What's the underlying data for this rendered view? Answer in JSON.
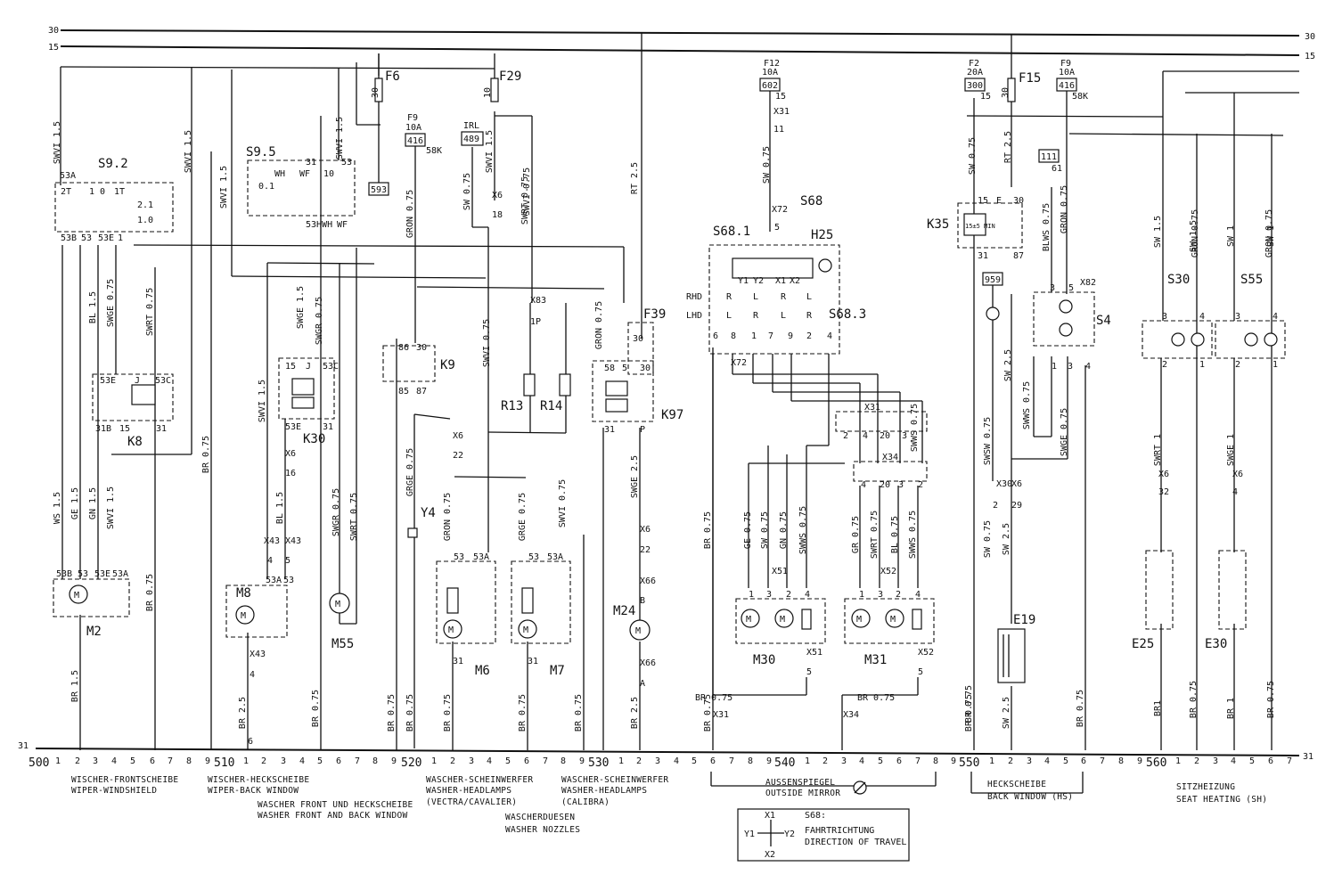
{
  "rails": {
    "r30": "30",
    "r15": "15",
    "r31": "31"
  },
  "columns": [
    "500",
    "1",
    "2",
    "3",
    "4",
    "5",
    "6",
    "7",
    "8",
    "9",
    "510",
    "1",
    "2",
    "3",
    "4",
    "5",
    "6",
    "7",
    "8",
    "9",
    "520",
    "1",
    "2",
    "3",
    "4",
    "5",
    "6",
    "7",
    "8",
    "9",
    "530",
    "1",
    "2",
    "3",
    "4",
    "5",
    "6",
    "7",
    "8",
    "9",
    "540",
    "1",
    "2",
    "3",
    "4",
    "5",
    "6",
    "7",
    "8",
    "9",
    "550",
    "1",
    "2",
    "3",
    "4",
    "5",
    "6",
    "7",
    "8",
    "9",
    "560",
    "1",
    "2",
    "3",
    "4",
    "5",
    "6",
    "7"
  ],
  "fuses": {
    "f6": "F6",
    "f6_pin": "30",
    "f29": "F29",
    "f29_pin": "10",
    "f15": "F15",
    "f15_pin": "30",
    "f39": "F39",
    "f39_pin": "30",
    "f9a": "F9",
    "f9a_amp": "10A",
    "f9a_box": "416",
    "f9a_pin": "58K",
    "f12": "F12",
    "f12_amp": "10A",
    "f12_box": "602",
    "f12_pin": "15",
    "f2": "F2",
    "f2_amp": "20A",
    "f2_box": "300",
    "f2_pin": "15",
    "f9b": "F9",
    "f9b_amp": "10A",
    "f9b_box": "416",
    "f9b_pin": "58K"
  },
  "boxes": {
    "b593": "593",
    "b489": "489",
    "b111": "111",
    "b959": "959",
    "irl": "IRL"
  },
  "components": {
    "s92": "S9.2",
    "s95": "S9.5",
    "k8": "K8",
    "k30": "K30",
    "k9": "K9",
    "k97": "K97",
    "k35": "K35",
    "k35_txt": "15±5 MIN",
    "r13": "R13",
    "r14": "R14",
    "y4": "Y4",
    "m2": "M2",
    "m8": "M8",
    "m55": "M55",
    "m6": "M6",
    "m7": "M7",
    "m24": "M24",
    "m30": "M30",
    "m31": "M31",
    "s68": "S68",
    "s681": "S68.1",
    "s683": "S68.3",
    "h25": "H25",
    "s4": "S4",
    "s30": "S30",
    "s55": "S55",
    "e19": "E19",
    "e25": "E25",
    "e30": "E30",
    "rhd": "RHD",
    "lhd": "LHD",
    "m": "M"
  },
  "wires": [
    "SWVI 1.5",
    "SWVI 1.5",
    "SWVI 1.5",
    "SWVI 1.5",
    "SWVI 0.75",
    "SW 0.75",
    "SWVI 1.5",
    "RT 2.5",
    "SW 0.75",
    "SW 0.75",
    "RT 2.5",
    "SW 1.5",
    "SW 1",
    "GRON 0.75",
    "GRON 0.75",
    "GRON 0.75",
    "BL 1.5",
    "SWGE 0.75",
    "SWRT 0.75",
    "SWGE 1.5",
    "SWGR 0.75",
    "SWVI 1.5",
    "BL 1.5",
    "WS 1.5",
    "GE 1.5",
    "GN 1.5",
    "SWVI 1.5",
    "BR 0.75",
    "BR 0.75",
    "BR 1.5",
    "BR 2.5",
    "SWGR 0.75",
    "SWRT 0.75",
    "BR 0.75",
    "GRGE 0.75",
    "BR 0.75",
    "GRON 0.75",
    "GRGE 0.75",
    "SWVI 0.75",
    "SWVI 0.75",
    "BR 0.75",
    "BR 0.75",
    "BR 0.75",
    "BR 0.75",
    "SWRT 0.75",
    "GRON 0.75",
    "SWGE 2.5",
    "BR 2.5",
    "BR 0.75",
    "GE 0.75",
    "SW 0.75",
    "GN 0.75",
    "SWWS 0.75",
    "GR 0.75",
    "SWRT 0.75",
    "BL 0.75",
    "SWWS 0.75",
    "SWWS 0.75",
    "BR 0.75",
    "BR 0.75",
    "SWSW 0.75",
    "SWWS 0.75",
    "SWGE 0.75",
    "SW 2.5",
    "SW 0.75",
    "SW 2.5",
    "BLWS 0.75",
    "GRON 0.75",
    "SWRT 1",
    "SWGE 1",
    "BR1",
    "BR 1",
    "BR 0.75",
    "BR 0.75",
    "BR 0.75",
    "SW 2.5",
    "BR 0.75",
    "SW 1.5",
    "SW 1"
  ],
  "brlabel": "BR 0.75",
  "connectors": {
    "x6": "X6",
    "x43": "X43",
    "x31": "X31",
    "x72": "X72",
    "x83": "X83",
    "x66": "X66",
    "x51": "X51",
    "x52": "X52",
    "x34": "X34",
    "x30": "X30",
    "x82": "X82"
  },
  "pins": {
    "p53a": "53A",
    "p53b": "53B",
    "p53": "53",
    "p53e": "53E",
    "p53c": "53C",
    "p31": "31",
    "p15": "15",
    "p31b": "31B",
    "p30": "30",
    "p86": "86",
    "p85": "85",
    "p87": "87",
    "p58": "58",
    "p5": "5",
    "p1": "1",
    "p2": "2",
    "p3": "3",
    "p4": "4",
    "p6": "6",
    "p7": "7",
    "p8": "8",
    "p9": "9",
    "p10": "10",
    "p11": "11",
    "p16": "16",
    "p18": "18",
    "p20": "20",
    "p22": "22",
    "p29": "29",
    "p32": "32",
    "p61": "61",
    "p1p": "1P",
    "pA": "A",
    "pB": "B",
    "pE": "E",
    "pP": "P",
    "pJ": "J",
    "pWH": "WH",
    "pWF": "WF",
    "pY1": "Y1",
    "pY2": "Y2",
    "pX1": "X1",
    "pX2": "X2",
    "pR": "R",
    "pL": "L",
    "s21": "2.1",
    "s10": "1.0",
    "s01": "0.1",
    "s1t": "1T",
    "s2t": "2T",
    "s1_0": "1 0",
    "s53wh": "53HWH"
  },
  "captions": {
    "c500a": "WISCHER-FRONTSCHEIBE",
    "c500b": "WIPER-WINDSHIELD",
    "c510a": "WISCHER-HECKSCHEIBE",
    "c510b": "WIPER-BACK WINDOW",
    "c510c": "WASCHER FRONT UND HECKSCHEIBE",
    "c510d": "WASHER FRONT AND BACK WINDOW",
    "c520a": "WASCHER-SCHEINWERFER",
    "c520b": "WASHER-HEADLAMPS",
    "c520c": "(VECTRA/CAVALIER)",
    "c520d": "WASCHERDUESEN",
    "c520e": "WASHER NOZZLES",
    "c530a": "WASCHER-SCHEINWERFER",
    "c530b": "WASHER-HEADLAMPS",
    "c530c": "(CALIBRA)",
    "c540a": "AUSSENSPIEGEL",
    "c540b": "OUTSIDE MIRROR",
    "c550a": "HECKSCHEIBE",
    "c550b": "BACK WINDOW (HS)",
    "c560a": "SITZHEIZUNG",
    "c560b": "SEAT HEATING (SH)"
  },
  "legend": {
    "x1": "X1",
    "x2": "X2",
    "y1": "Y1",
    "y2": "Y2",
    "title": "S68:",
    "l1": "FAHRTRICHTUNG",
    "l2": "DIRECTION OF TRAVEL"
  },
  "colors": {
    "ink": "#111111",
    "paper": "#ffffff"
  }
}
